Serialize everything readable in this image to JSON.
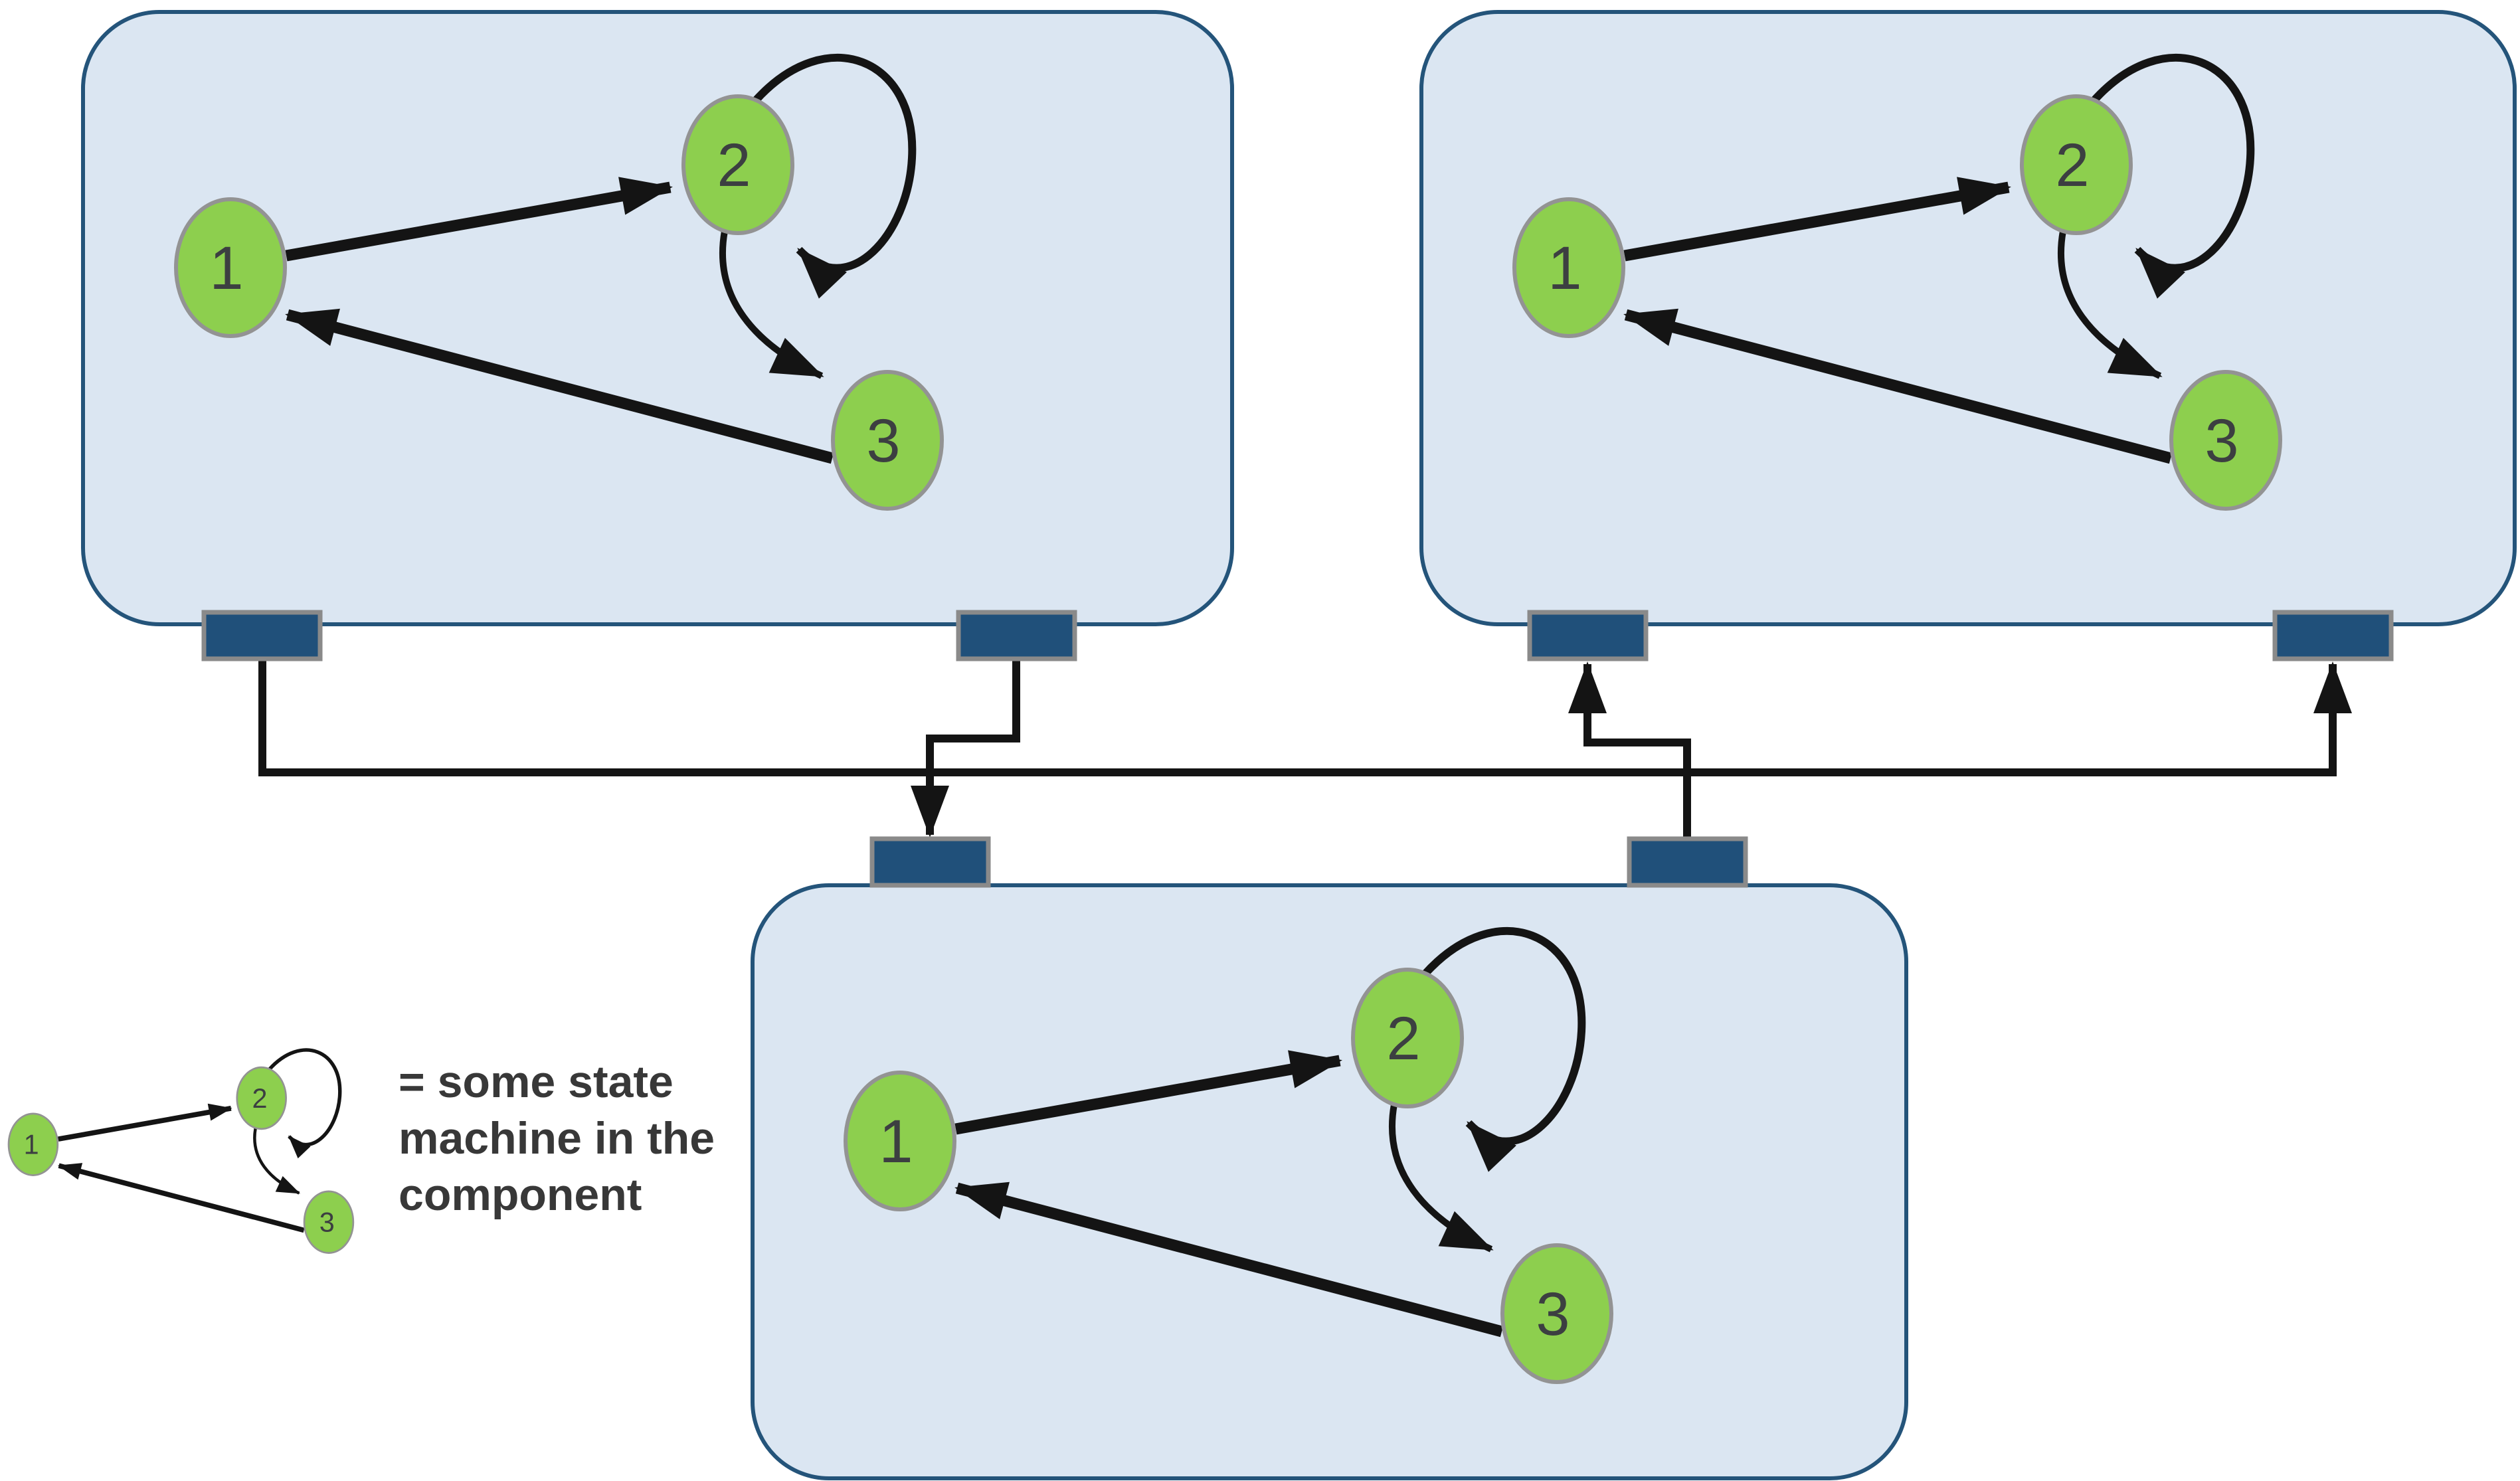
{
  "diagram": {
    "kind": "component state-machine diagram",
    "machine": {
      "nodes": [
        {
          "label": "1"
        },
        {
          "label": "2"
        },
        {
          "label": "3"
        }
      ],
      "transitions": [
        {
          "from": "1",
          "to": "2"
        },
        {
          "from": "2",
          "to": "3"
        },
        {
          "from": "3",
          "to": "1"
        },
        {
          "from": "2",
          "to": "2",
          "type": "self-loop"
        }
      ]
    },
    "components": [
      {
        "name": "top-left",
        "ports": [
          "bottom-left",
          "bottom-right"
        ]
      },
      {
        "name": "top-right",
        "ports": [
          "bottom-left",
          "bottom-right"
        ]
      },
      {
        "name": "bottom-center",
        "ports": [
          "top-left",
          "top-right"
        ]
      }
    ],
    "connections": [
      {
        "from": "top-left.bottom-left-port",
        "to": "top-right.bottom-right-port",
        "via": "horizontal bus"
      },
      {
        "from": "top-left.bottom-right-port",
        "to": "bottom-center.top-left-port"
      },
      {
        "from": "bottom-center.top-right-port",
        "to": "top-right.bottom-left-port"
      }
    ],
    "legend": {
      "lines": [
        "= some state",
        "machine in the",
        "component"
      ]
    },
    "colors": {
      "background": "#FFFFFF",
      "panel_fill": "#DBE6F2",
      "panel_border": "#24547A",
      "port_fill": "#20507A",
      "port_border": "#8A8A8A",
      "node_fill": "#8DCF4E",
      "node_border": "#939393",
      "node_label": "#3C3F41",
      "arrow": "#141414",
      "legend_text": "#383838"
    }
  }
}
